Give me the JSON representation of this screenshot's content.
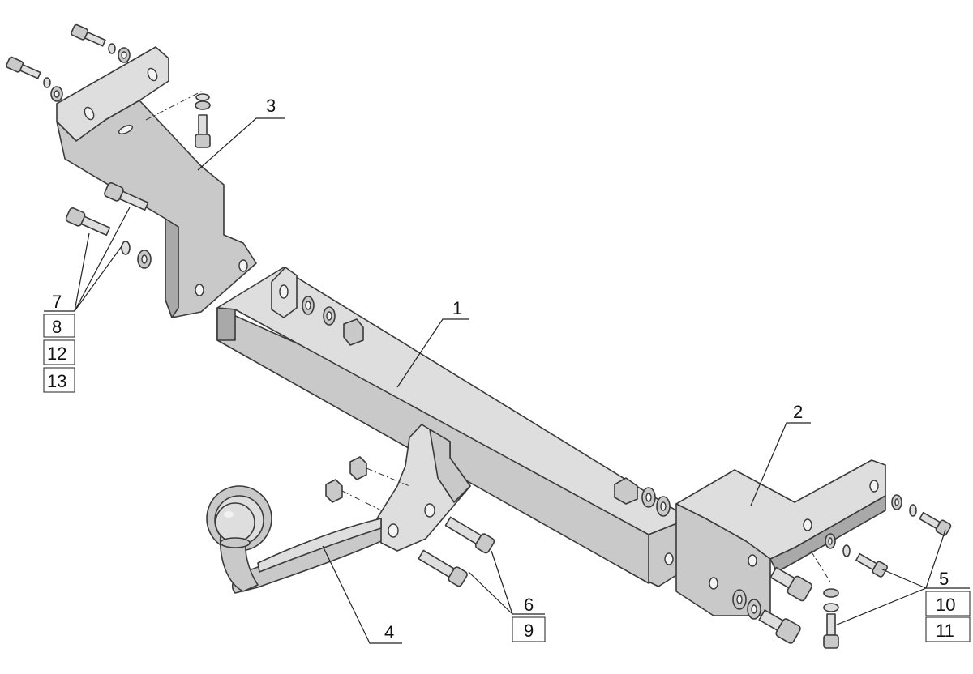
{
  "diagram": {
    "callouts": [
      {
        "id": "callout-1",
        "text": "1"
      },
      {
        "id": "callout-2",
        "text": "2"
      },
      {
        "id": "callout-3",
        "text": "3"
      },
      {
        "id": "callout-4",
        "text": "4"
      }
    ],
    "fastener_groups": [
      {
        "id": "group-left",
        "items": [
          "7",
          "8",
          "12",
          "13"
        ]
      },
      {
        "id": "group-center",
        "items": [
          "6",
          "9"
        ]
      },
      {
        "id": "group-right",
        "items": [
          "5",
          "10",
          "11"
        ]
      }
    ],
    "colors": {
      "part_fill": "#c9c9c9",
      "part_shadow": "#a9a9a9",
      "part_highlight": "#dedede",
      "outline": "#3a3a3a",
      "background": "#ffffff"
    }
  }
}
